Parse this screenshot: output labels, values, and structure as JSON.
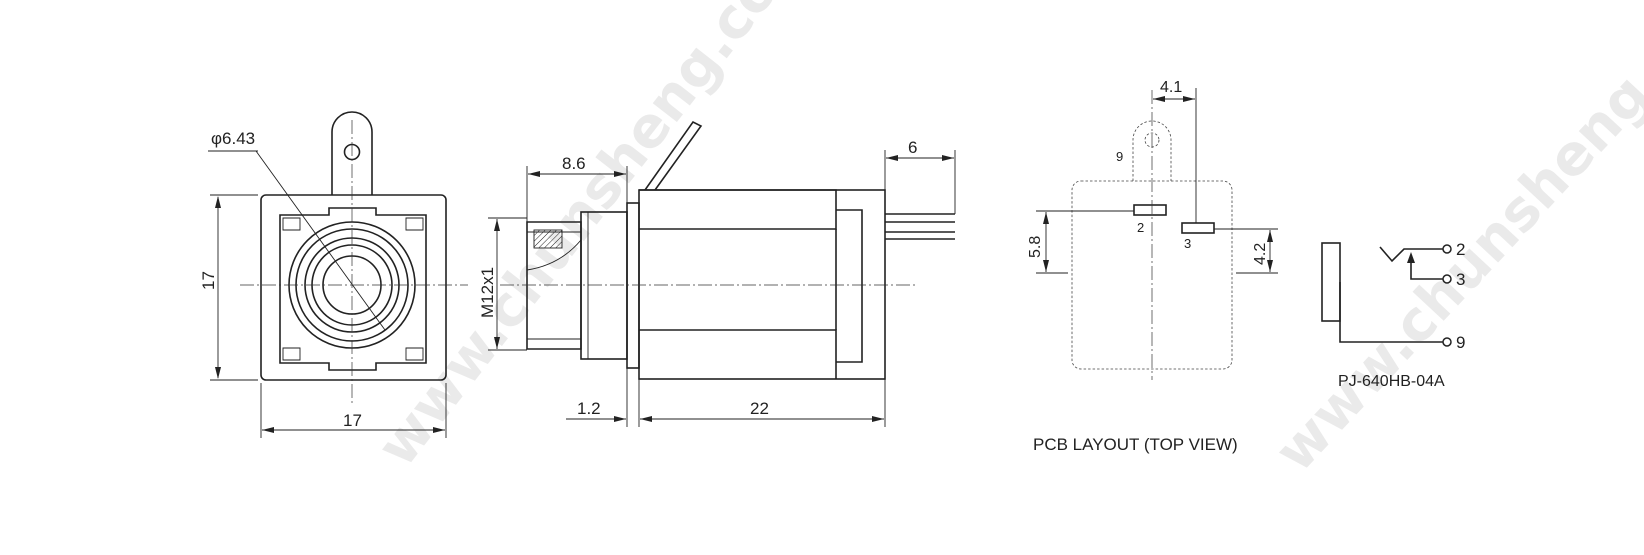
{
  "watermark": {
    "text": "www.chunsheng.com"
  },
  "front_view": {
    "dia_label": "φ6.43",
    "height_label": "17",
    "width_label": "17"
  },
  "side_view": {
    "thread_label": "M12x1",
    "nut_label": "8.6",
    "pin_length_label": "6",
    "flange_label": "1.2",
    "body_length_label": "22"
  },
  "pcb_layout": {
    "title": "PCB LAYOUT (TOP VIEW)",
    "spacing_top_label": "4.1",
    "spacing_left_label": "5.8",
    "spacing_right_label": "4.2",
    "pin_9_label": "9",
    "pin_2_label": "2",
    "pin_3_label": "3"
  },
  "schematic": {
    "part_number": "PJ-640HB-04A",
    "terminal_2": "2",
    "terminal_3": "3",
    "terminal_9": "9"
  }
}
